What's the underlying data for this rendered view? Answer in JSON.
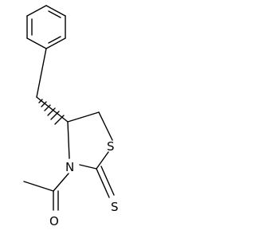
{
  "molecule": {
    "atoms": {
      "sulfur_ring": "S",
      "sulfur_thione": "S",
      "nitrogen": "N",
      "oxygen": "O"
    }
  }
}
